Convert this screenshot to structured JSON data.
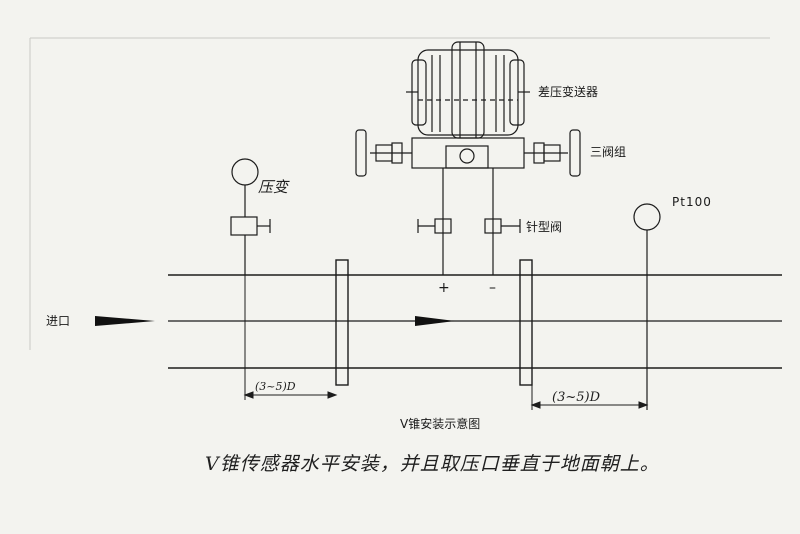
{
  "labels": {
    "transmitter": "差压变送器",
    "valve_group": "三阀组",
    "needle_valve": "针型阀",
    "pt100": "Pt100",
    "pressure": "压变",
    "inlet": "进口",
    "plus": "+",
    "minus": "–",
    "upstream_dim": "(3~5)D",
    "downstream_dim": "(3~5)D",
    "caption": "V锥安装示意图",
    "note": "V锥传感器水平安装，并且取压口垂直于地面朝上。"
  },
  "colors": {
    "paper": "#f3f3ef",
    "ink": "#1c1c1c"
  }
}
